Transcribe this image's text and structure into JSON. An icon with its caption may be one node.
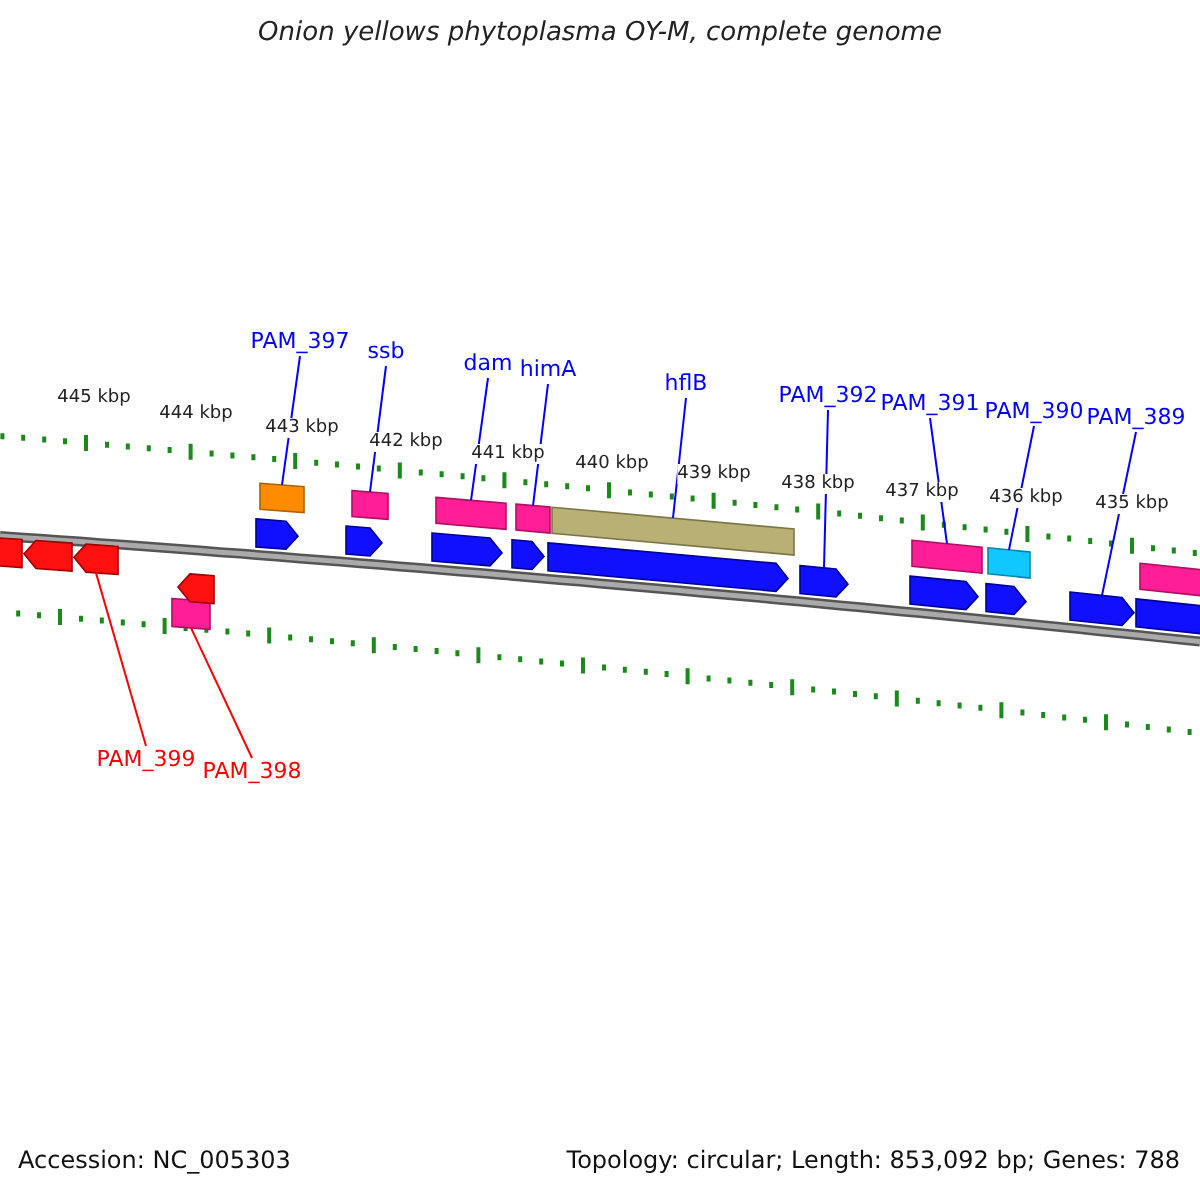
{
  "diagram": {
    "title": "Onion yellows phytoplasma OY-M, complete genome",
    "nodes": [
      {
        "text": [
          "PAM_397"
        ]
      },
      {
        "text": [
          "ssb"
        ]
      },
      {
        "text": [
          "dam"
        ]
      },
      {
        "text": [
          "himA"
        ]
      },
      {
        "text": [
          "hflB"
        ]
      },
      {
        "text": [
          "PAM_392"
        ]
      },
      {
        "text": [
          "PAM_391"
        ]
      },
      {
        "text": [
          "PAM_390"
        ]
      },
      {
        "text": [
          "PAM_389"
        ]
      },
      {
        "text": [
          "PAM_399"
        ]
      },
      {
        "text": [
          "PAM_398"
        ]
      },
      {
        "text": [],
        "shape": "bar"
      },
      {
        "text": [],
        "shape": "bar"
      },
      {
        "text": [],
        "shape": "bar"
      },
      {
        "text": [],
        "shape": "bar"
      },
      {
        "text": [],
        "shape": "bar"
      },
      {
        "text": [],
        "shape": "arrow"
      },
      {
        "text": [],
        "shape": "bar"
      },
      {
        "text": [],
        "shape": "bar"
      },
      {
        "text": [],
        "shape": "arrow"
      },
      {
        "text": [],
        "shape": "arrow"
      },
      {
        "text": [],
        "shape": "bar"
      },
      {
        "text": [],
        "shape": "arrow"
      },
      {
        "text": [],
        "shape": "arrow"
      },
      {
        "text": [],
        "shape": "arrow"
      },
      {
        "text": [],
        "shape": "arrow"
      },
      {
        "text": [],
        "shape": "arrow"
      },
      {
        "text": [],
        "shape": "arrow"
      },
      {
        "text": [],
        "shape": "arrow"
      },
      {
        "text": [],
        "shape": "arrow"
      },
      {
        "text": [],
        "shape": "bar"
      },
      {
        "text": [],
        "shape": "arrow"
      },
      {
        "text": [],
        "shape": "arrow"
      },
      {
        "text": [],
        "shape": "arrow"
      }
    ],
    "edges": [
      {
        "from": 0,
        "to": 11,
        "arrow": "none"
      },
      {
        "from": 1,
        "to": 12,
        "arrow": "none"
      },
      {
        "from": 2,
        "to": 13,
        "arrow": "none"
      },
      {
        "from": 3,
        "to": 14,
        "arrow": "none"
      },
      {
        "from": 4,
        "to": 15,
        "arrow": "none"
      },
      {
        "from": 5,
        "to": 16,
        "arrow": "none"
      },
      {
        "from": 6,
        "to": 17,
        "arrow": "none"
      },
      {
        "from": 7,
        "to": 18,
        "arrow": "none"
      },
      {
        "from": 8,
        "to": 19,
        "arrow": "none"
      },
      {
        "from": 9,
        "to": 20,
        "arrow": "none",
        "color": "#ff0000"
      },
      {
        "from": 10,
        "to": 21,
        "arrow": "none",
        "color": "#ff0000"
      }
    ],
    "labels": [
      "445 kbp",
      "444 kbp",
      "443 kbp",
      "442 kbp",
      "441 kbp",
      "440 kbp",
      "439 kbp",
      "438 kbp",
      "437 kbp",
      "436 kbp",
      "435 kbp",
      "Accession: NC_005303",
      "Topology: circular; Length: 853,092 bp; Genes: 788"
    ]
  }
}
